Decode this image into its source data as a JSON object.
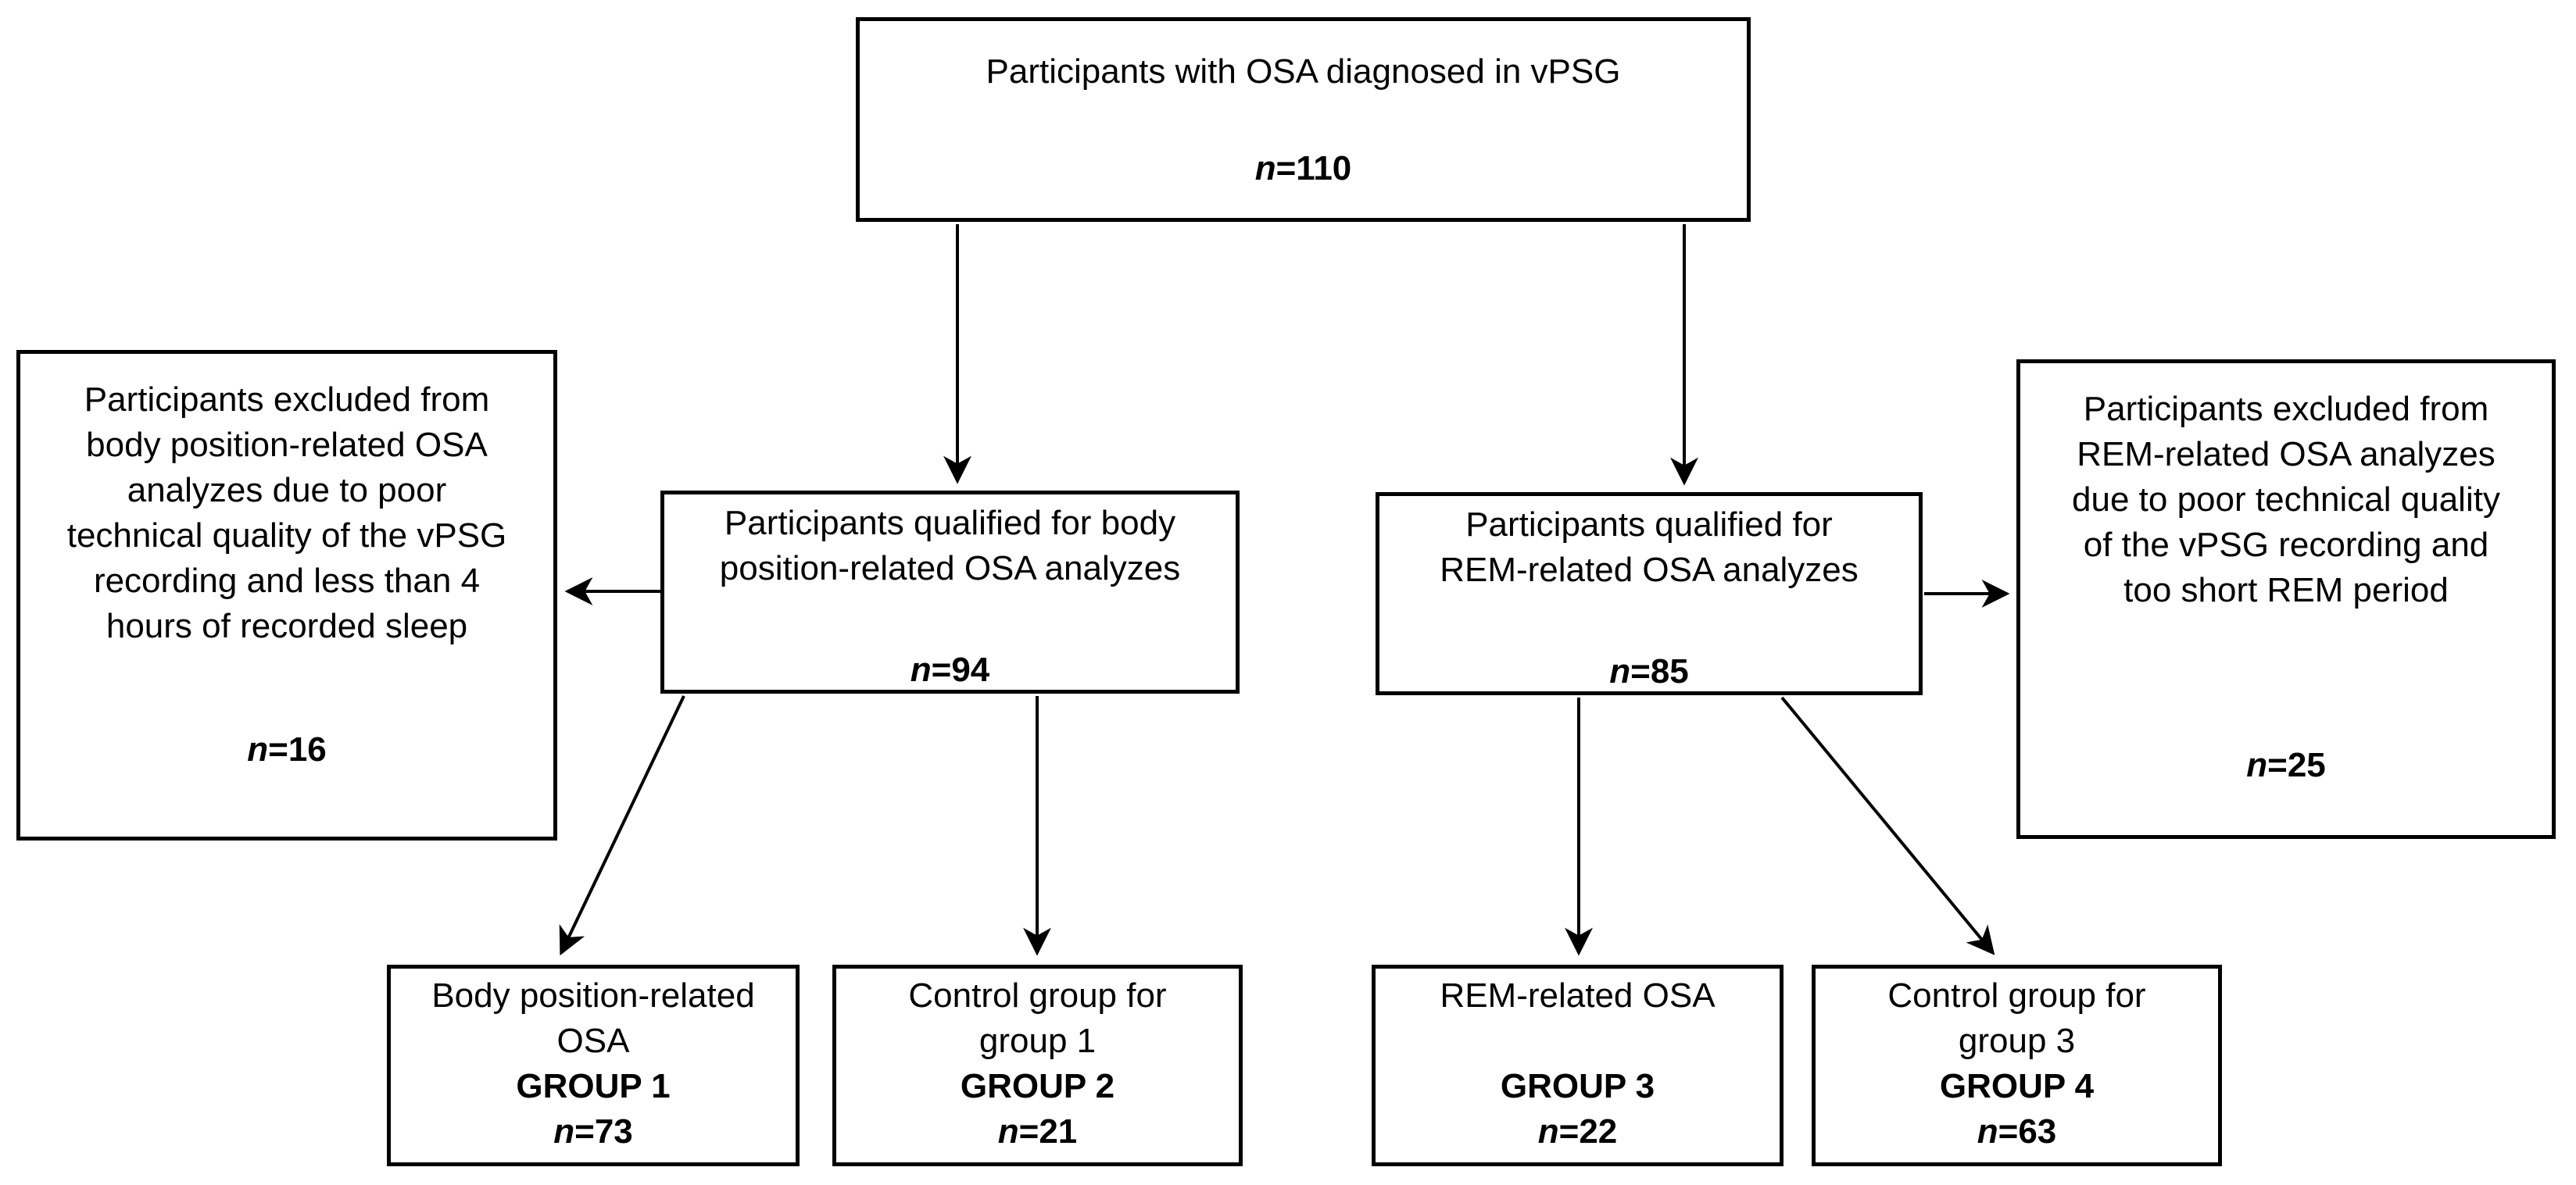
{
  "colors": {
    "background": "#ffffff",
    "line": "#000000",
    "text": "#000000"
  },
  "boxes": {
    "source": {
      "lines": [
        "Participants with OSA diagnosed in vPSG"
      ],
      "n_italic": "n",
      "n_value": "=110"
    },
    "excluded_body": {
      "lines": [
        "Participants excluded from",
        "body position-related OSA",
        "analyzes due to poor",
        "technical quality of the vPSG",
        "recording and less than 4",
        "hours of recorded sleep"
      ],
      "n_italic": "n",
      "n_value": "=16"
    },
    "qualified_body": {
      "lines": [
        "Participants qualified for body",
        "position-related OSA analyzes"
      ],
      "n_italic": "n",
      "n_value": "=94"
    },
    "qualified_rem": {
      "lines": [
        "Participants qualified for",
        "REM-related OSA analyzes"
      ],
      "n_italic": "n",
      "n_value": "=85"
    },
    "excluded_rem": {
      "lines": [
        "Participants excluded from",
        "REM-related OSA analyzes",
        "due to poor technical quality",
        "of the vPSG recording and",
        "too short REM period"
      ],
      "n_italic": "n",
      "n_value": "=25"
    },
    "group1": {
      "lines": [
        "Body position-related",
        "OSA"
      ],
      "group_label": "GROUP 1",
      "n_italic": "n",
      "n_value": "=73"
    },
    "group2": {
      "lines": [
        "Control group for",
        "group 1"
      ],
      "group_label": "GROUP 2",
      "n_italic": "n",
      "n_value": "=21"
    },
    "group3": {
      "lines": [
        "REM-related OSA",
        ""
      ],
      "group_label": "GROUP 3",
      "n_italic": "n",
      "n_value": "=22"
    },
    "group4": {
      "lines": [
        "Control group for",
        "group 3"
      ],
      "group_label": "GROUP 4",
      "n_italic": "n",
      "n_value": "=63"
    }
  }
}
